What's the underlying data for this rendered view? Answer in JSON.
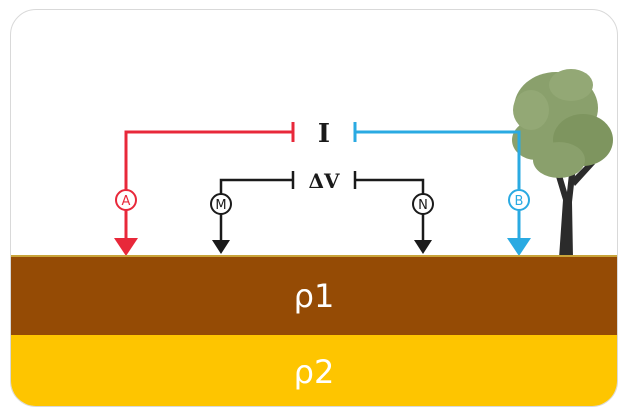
{
  "current_label": "I",
  "voltage_label": "ΔV",
  "electrodes": {
    "A": "A",
    "B": "B",
    "M": "M",
    "N": "N"
  },
  "layers": {
    "top": "ρ1",
    "bottom": "ρ2"
  },
  "colors": {
    "current_A": "#e8283a",
    "current_B": "#2aaae2",
    "potential": "#1a1a1a",
    "layer_top": "#954b05",
    "layer_bottom": "#fec500",
    "ground_line": "#c9a43a",
    "tree_foliage": "#8aa06c",
    "tree_trunk": "#2b2b2b"
  },
  "icons": [
    "tree-icon"
  ]
}
